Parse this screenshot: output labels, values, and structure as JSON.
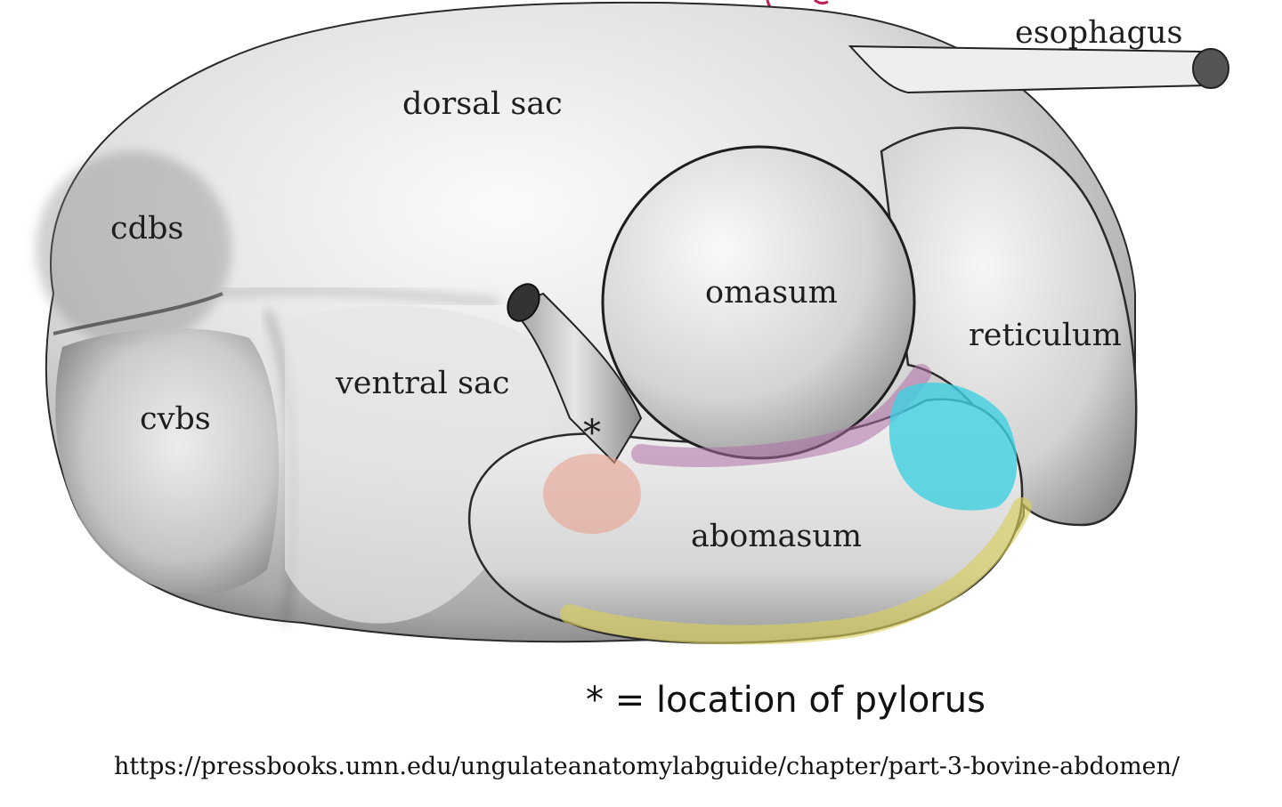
{
  "labels": {
    "esophagus": "esophagus",
    "dorsal_sac": "dorsal sac",
    "cdbs": "cdbs",
    "cvbs": "cvbs",
    "ventral_sac": "ventral sac",
    "omasum": "omasum",
    "reticulum": "reticulum",
    "abomasum": "abomasum",
    "asterisk": "*"
  },
  "caption": {
    "text": "* = location of pylorus"
  },
  "source": {
    "url": "https://pressbooks.umn.edu/ungulateanatomylabguide/chapter/part-3-bovine-abdomen/"
  },
  "colors": {
    "pylorus_highlight": "#e8a090",
    "omasal_groove_highlight": "#b070a8",
    "reticulum_highlight": "#40d0e0",
    "greater_curvature_highlight": "#d8d060",
    "top_mark": "#c0205a"
  }
}
